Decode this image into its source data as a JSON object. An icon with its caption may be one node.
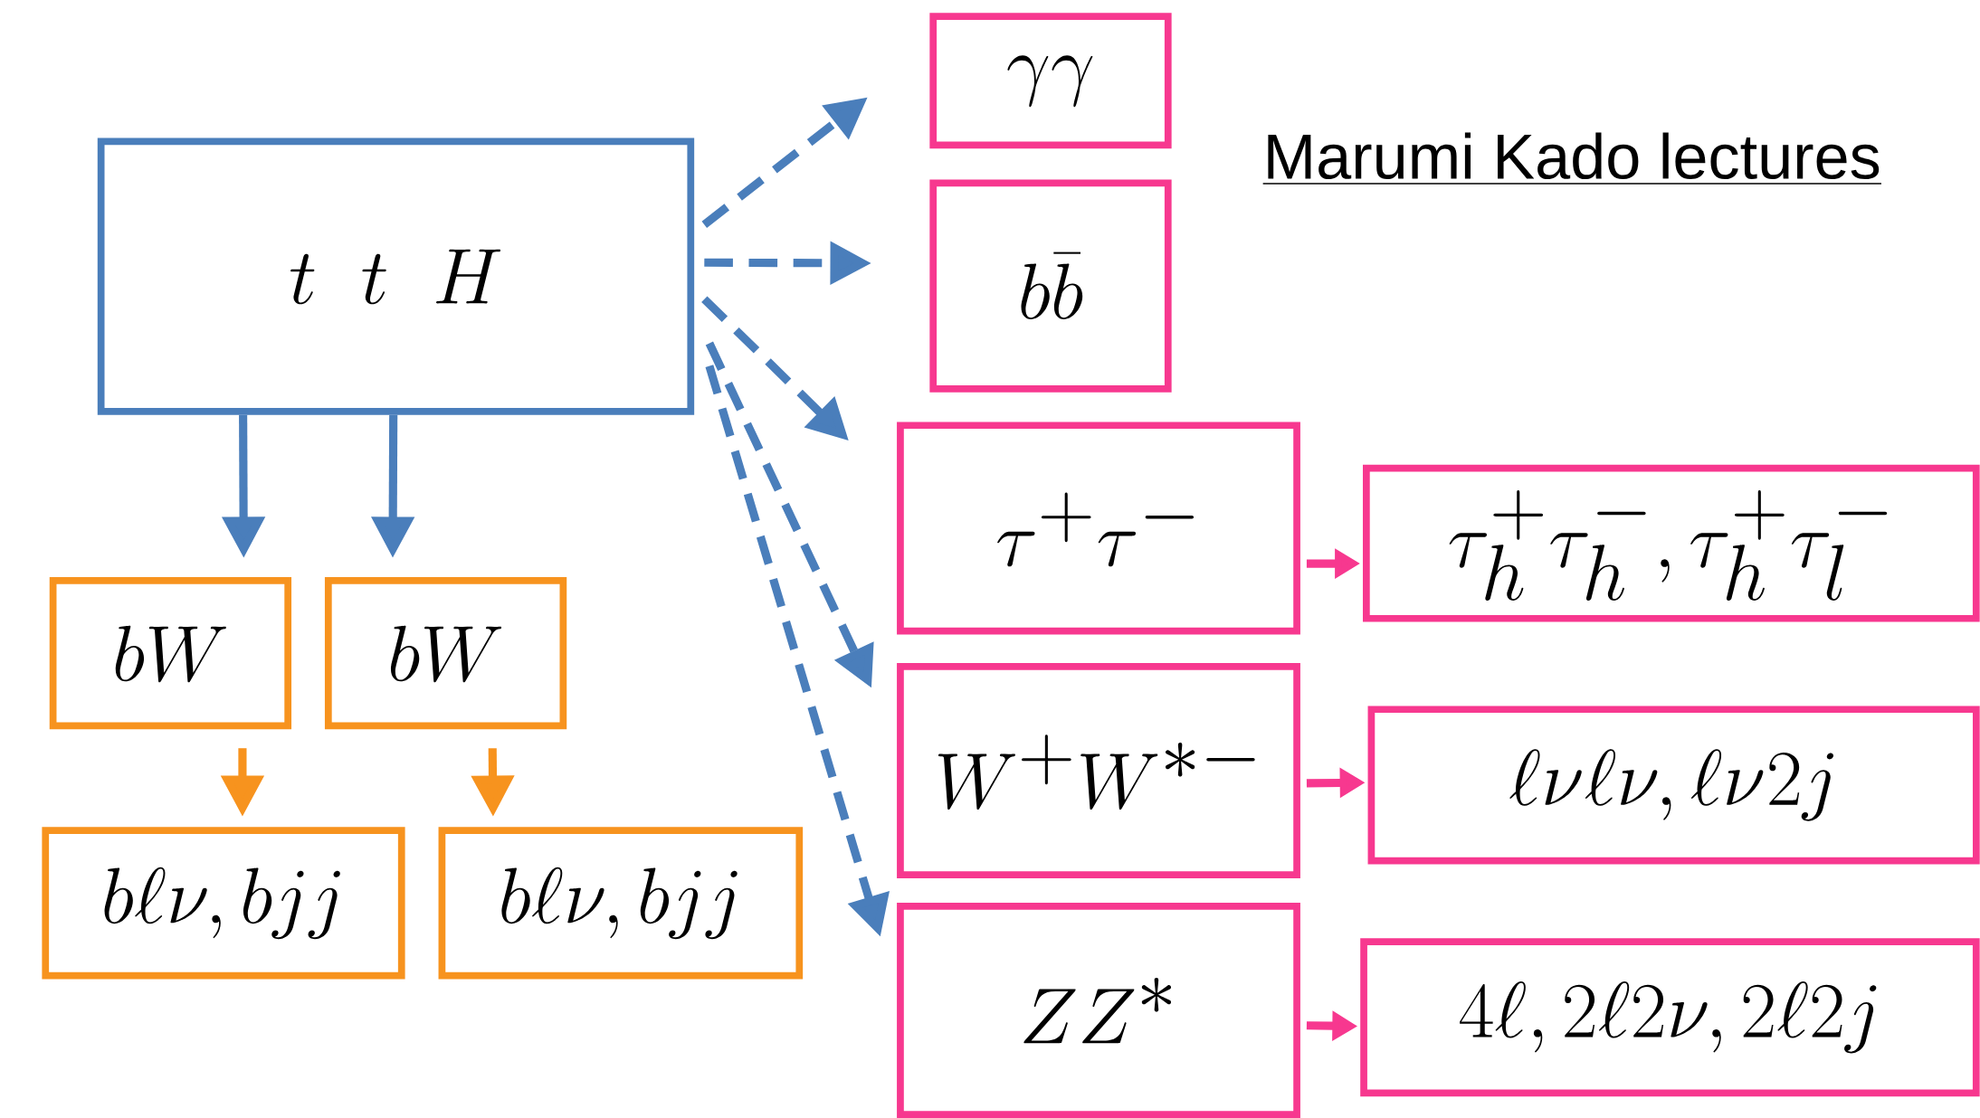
{
  "diagram": {
    "nodes": [
      {
        "text": [
          "t\\;\\;t\\;\\;H"
        ]
      },
      {
        "text": [
          "bW"
        ]
      },
      {
        "text": [
          "bW"
        ]
      },
      {
        "text": [
          "b\\ell\\nu, bjj"
        ]
      },
      {
        "text": [
          "b\\ell\\nu, bjj"
        ]
      },
      {
        "text": [
          "\\gamma\\gamma"
        ]
      },
      {
        "text": [
          "b\\bar{b}"
        ]
      },
      {
        "text": [
          "\\tau^+\\tau^-"
        ]
      },
      {
        "text": [
          "\\tau_h^+\\tau_h^-, \\tau_h^+\\tau_l^-"
        ]
      },
      {
        "text": [
          "W^+W^{*-}"
        ]
      },
      {
        "text": [
          "\\ell\\nu\\ell\\nu, \\ell\\nu 2j"
        ]
      },
      {
        "text": [
          "ZZ^*"
        ]
      },
      {
        "text": [
          "4\\ell, 2\\ell 2\\nu, 2\\ell 2j"
        ]
      }
    ],
    "edges": [
      {
        "from": 0,
        "to": 1,
        "arrow": "to"
      },
      {
        "from": 0,
        "to": 2,
        "arrow": "to"
      },
      {
        "from": 1,
        "to": 3,
        "arrow": "to",
        "color": "#f7931e"
      },
      {
        "from": 2,
        "to": 4,
        "arrow": "to",
        "color": "#f7931e"
      },
      {
        "from": 0,
        "to": 5,
        "arrow": "to",
        "style": "dashed"
      },
      {
        "from": 0,
        "to": 6,
        "arrow": "to",
        "style": "dashed"
      },
      {
        "from": 0,
        "to": 7,
        "arrow": "to",
        "style": "dashed"
      },
      {
        "from": 0,
        "to": 9,
        "arrow": "to",
        "style": "dashed"
      },
      {
        "from": 0,
        "to": 11,
        "arrow": "to",
        "style": "dashed"
      },
      {
        "from": 7,
        "to": 8,
        "arrow": "to",
        "color": "#f7388f"
      },
      {
        "from": 9,
        "to": 10,
        "arrow": "to",
        "color": "#f7388f"
      },
      {
        "from": 11,
        "to": 12,
        "arrow": "to",
        "color": "#f7388f"
      }
    ],
    "labels": [
      "Marumi Kado lectures"
    ]
  }
}
